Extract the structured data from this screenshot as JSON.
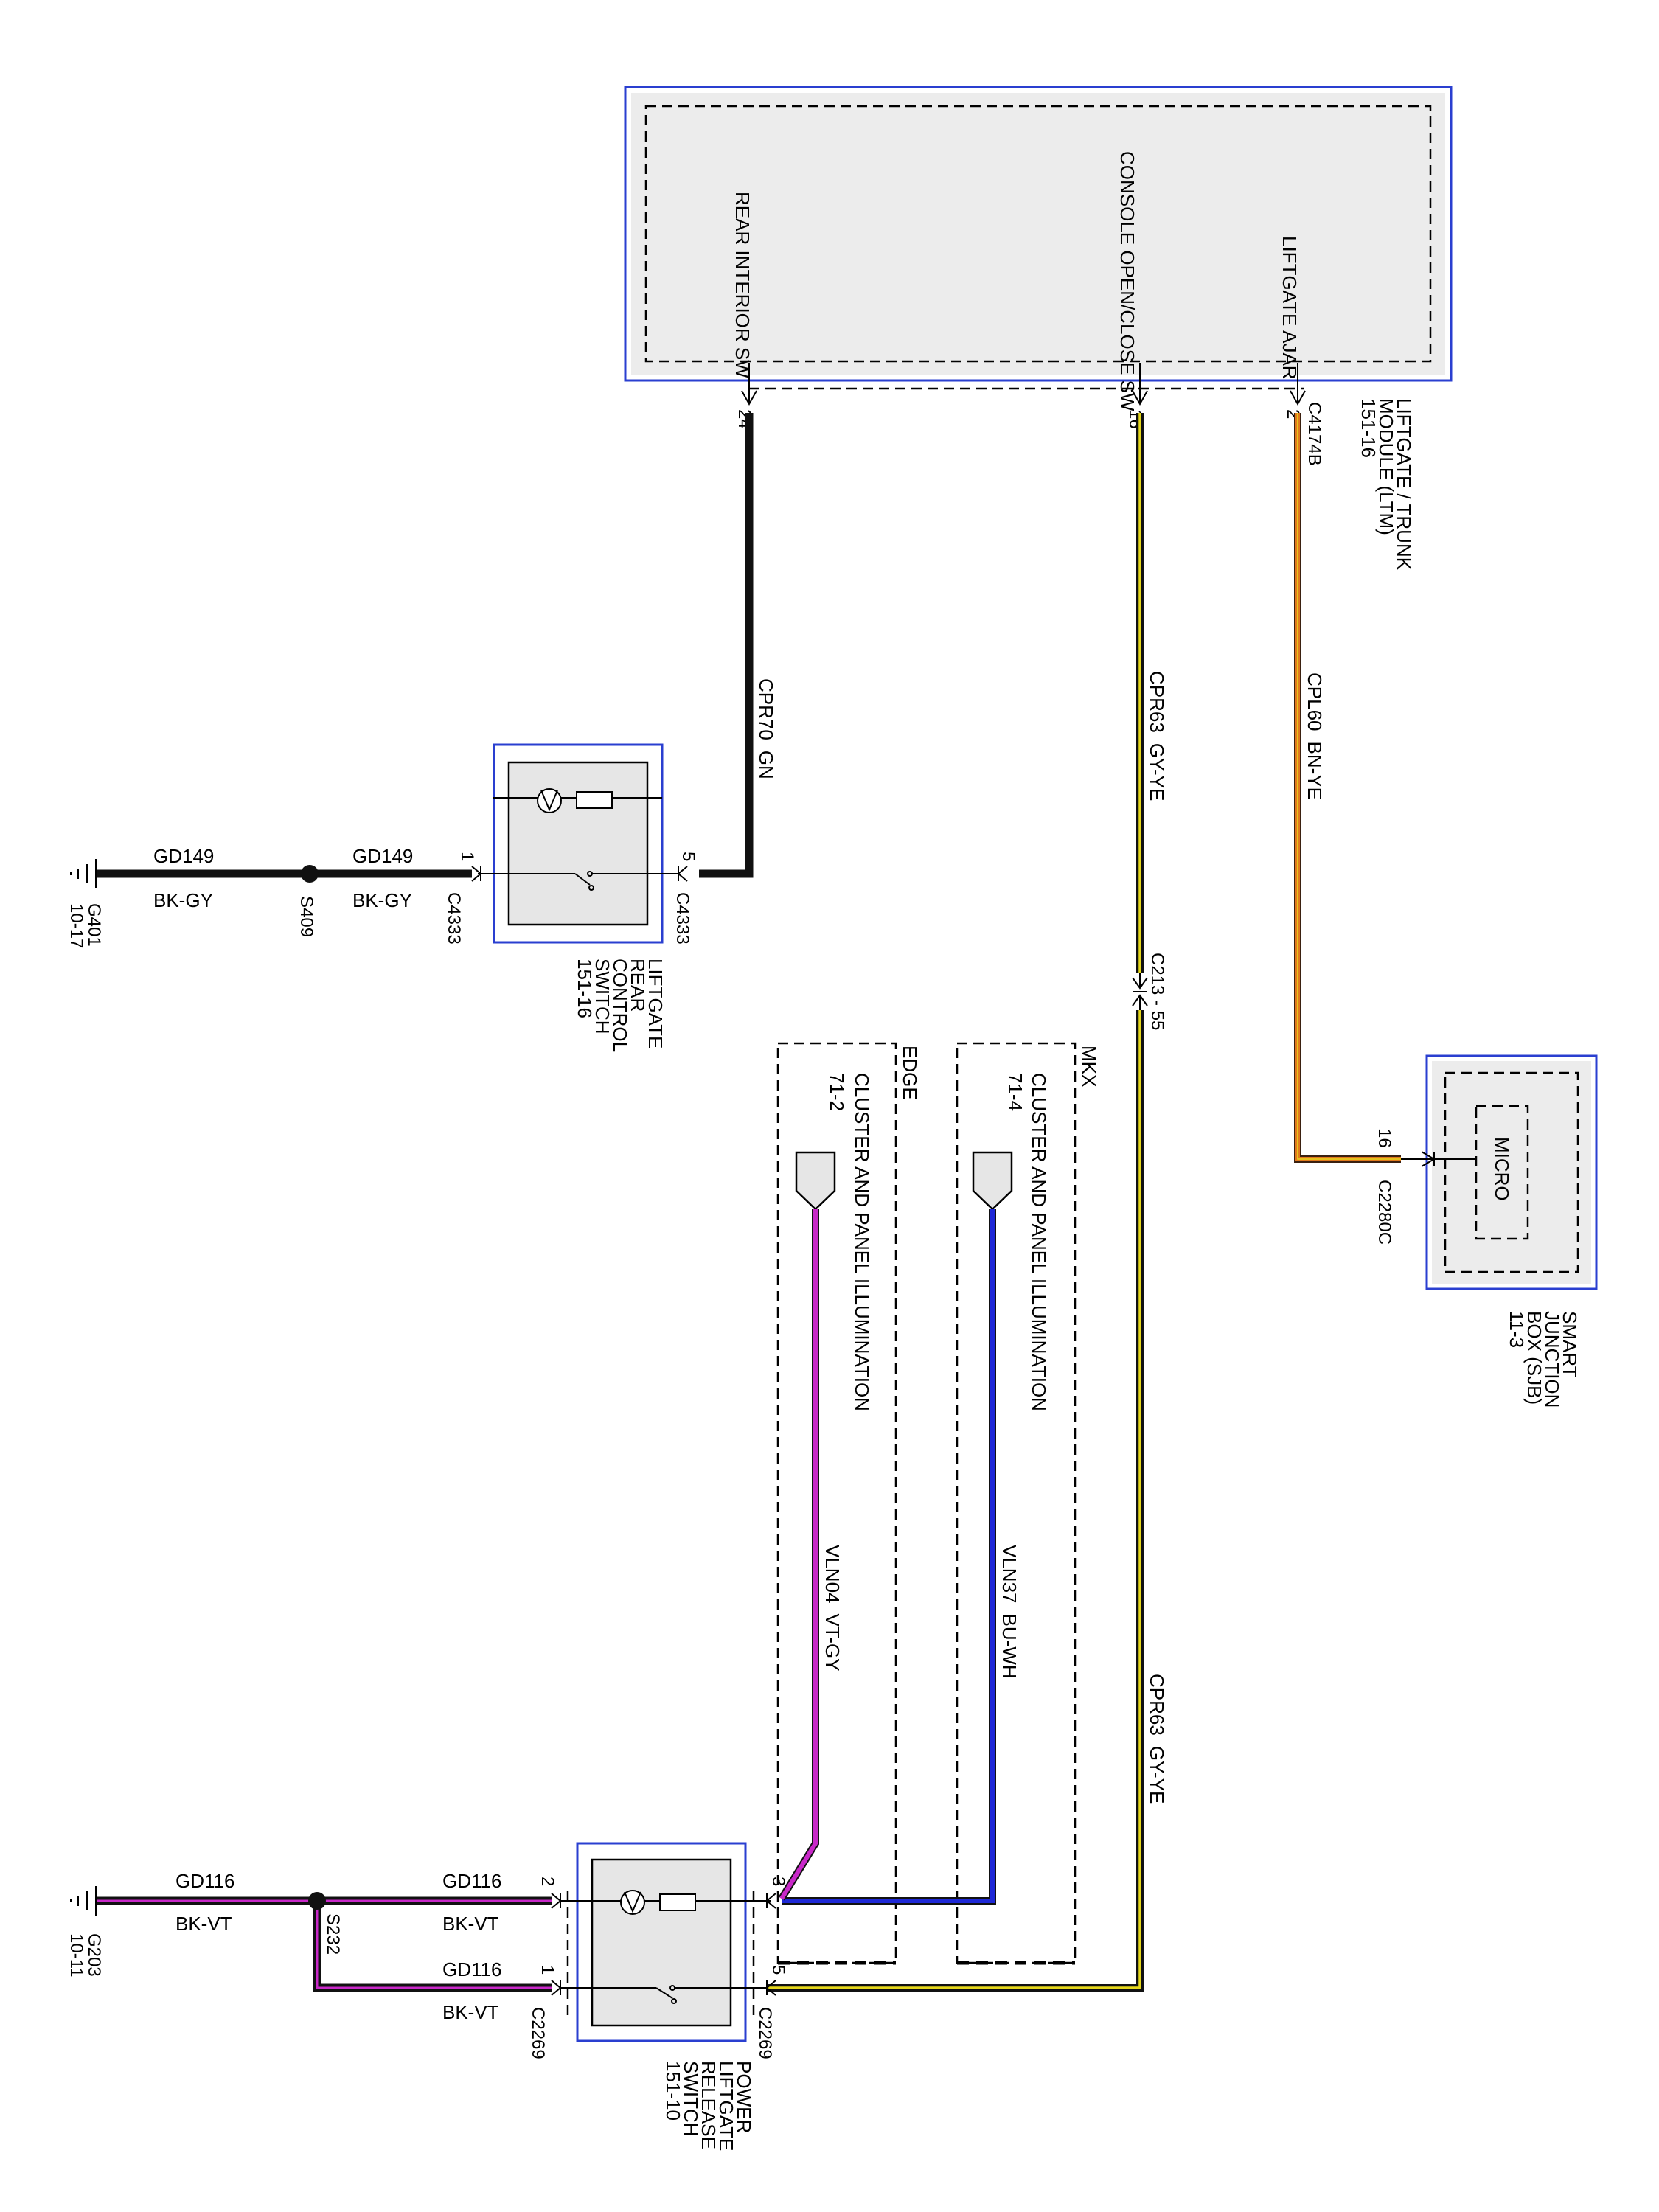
{
  "modules": {
    "ltm": {
      "pins": {
        "rear_interior_sw": "REAR INTERIOR SW",
        "console_sw": "CONSOLE OPEN/CLOSE SW",
        "liftgate_ajar": "LIFTGATE AJAR"
      },
      "name_lines": [
        "LIFTGATE / TRUNK",
        "MODULE (LTM)",
        "151-16"
      ],
      "connector": "C4174B",
      "pin_numbers": {
        "rear": "24",
        "console": "16",
        "ajar": "2"
      }
    },
    "sjb": {
      "micro": "MICRO",
      "name_lines": [
        "SMART",
        "JUNCTION",
        "BOX (SJB)",
        "11-3"
      ],
      "connector": "C2280C",
      "pin": "16"
    },
    "rear_control_switch": {
      "name_lines": [
        "LIFTGATE",
        "REAR",
        "CONTROL",
        "SWITCH",
        "151-16"
      ],
      "pin_left": "1",
      "pin_right": "5",
      "conn_left": "C4333",
      "conn_right": "C4333"
    },
    "power_release_switch": {
      "name_lines": [
        "POWER",
        "LIFTGATE",
        "RELEASE",
        "SWITCH",
        "151-10"
      ],
      "pin_top_left": "2",
      "pin_bottom_left": "1",
      "pin_top_right": "3",
      "pin_bottom_right": "5",
      "conn_left": "C2269",
      "conn_right": "C2269"
    }
  },
  "wires": {
    "cpr70": {
      "circuit": "CPR70",
      "color": "GN"
    },
    "cpr63_upper": {
      "circuit": "CPR63",
      "color": "GY-YE"
    },
    "cpr63_lower": {
      "circuit": "CPR63",
      "color": "GY-YE"
    },
    "cpl60": {
      "circuit": "CPL60",
      "color": "BN-YE"
    },
    "gd149_a": {
      "circuit": "GD149",
      "color": "BK-GY"
    },
    "gd149_b": {
      "circuit": "GD149",
      "color": "BK-GY"
    },
    "gd116_a": {
      "circuit": "GD116",
      "color": "BK-VT"
    },
    "gd116_b": {
      "circuit": "GD116",
      "color": "BK-VT"
    },
    "gd116_c": {
      "circuit": "GD116",
      "color": "BK-VT"
    },
    "vln04": {
      "circuit": "VLN04",
      "color": "VT-GY"
    },
    "vln37": {
      "circuit": "VLN37",
      "color": "BU-WH"
    }
  },
  "inline_connector": {
    "label": "C213 - 55"
  },
  "splices": {
    "s409": "S409",
    "s232": "S232"
  },
  "grounds": {
    "g401": {
      "name": "G401",
      "ref": "10-17"
    },
    "g203": {
      "name": "G203",
      "ref": "10-11"
    }
  },
  "options": {
    "mkx": {
      "variant": "MKX",
      "source": "CLUSTER AND PANEL ILLUMINATION",
      "ref": "71-4"
    },
    "edge": {
      "variant": "EDGE",
      "source": "CLUSTER AND PANEL ILLUMINATION",
      "ref": "71-2"
    }
  },
  "wire_colors": {
    "black": "#111111",
    "yellow": "#e6d81c",
    "orange": "#e0781c",
    "violet": "#c828c8",
    "blue": "#1e28d6",
    "frame_blue": "#2a3fd0"
  }
}
